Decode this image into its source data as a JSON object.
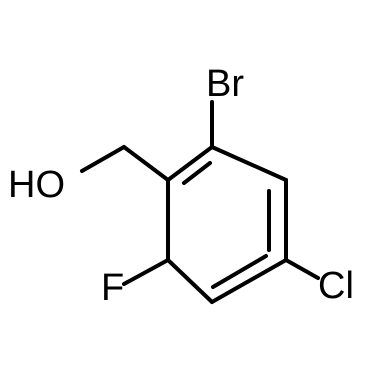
{
  "molecule": {
    "atoms": {
      "bromine": "Br",
      "hydroxyl": "HO",
      "fluorine": "F",
      "chlorine": "Cl"
    }
  },
  "colors": {
    "bond": "#000000",
    "text": "#000000",
    "background": "#ffffff"
  }
}
